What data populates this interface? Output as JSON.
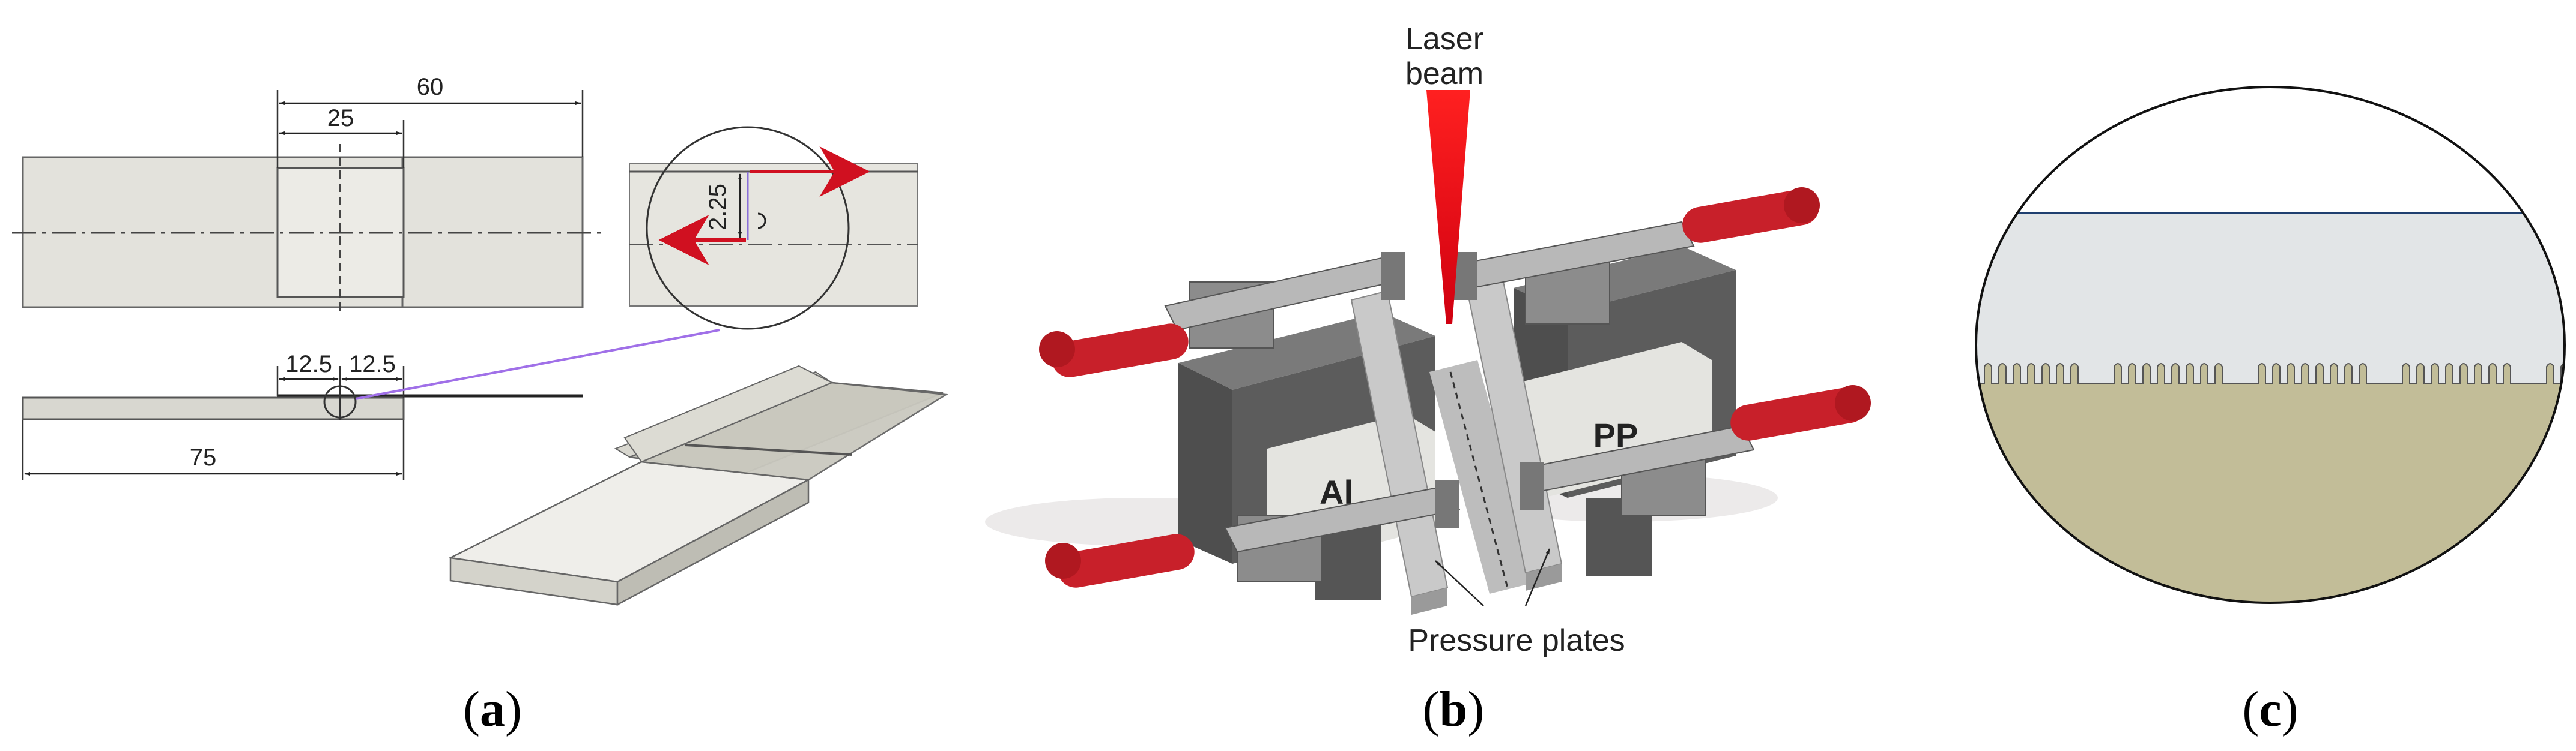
{
  "panel_a": {
    "dim_total_width": "60",
    "dim_overlap": "25",
    "dim_thickness": "2.25",
    "dim_half_left": "12.5",
    "dim_half_right": "12.5",
    "dim_length": "75"
  },
  "panel_b": {
    "laser_line1": "Laser",
    "laser_line2": "beam",
    "label_al": "Al",
    "label_pp": "PP",
    "label_plates": "Pressure plates"
  },
  "captions": {
    "a": "a",
    "b": "b",
    "c": "c"
  },
  "colors": {
    "arrow_red": "#d01020",
    "leader_purple": "#a070e8",
    "plate_gray": "#e4e4e0",
    "cross_section_fill": "#c2bd98",
    "cross_section_top": "#e2e5e7"
  }
}
